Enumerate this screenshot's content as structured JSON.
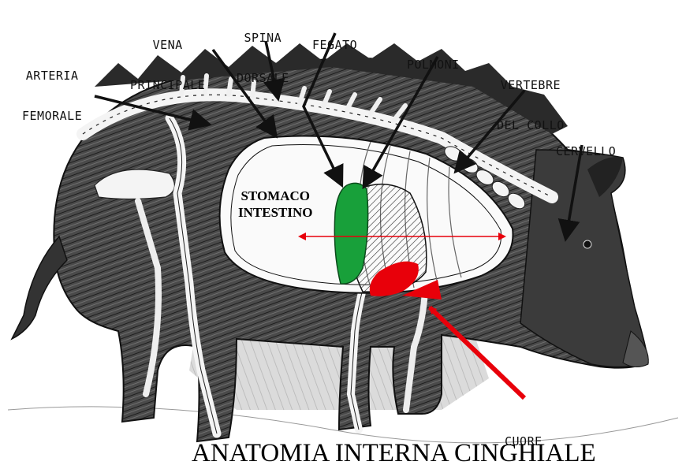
{
  "labels": {
    "arteria_femorale": [
      "ARTERIA",
      "FEMORALE"
    ],
    "vena_principale": [
      "VENA",
      "PRINCIPALE"
    ],
    "spina_dorsale": [
      "SPINA",
      "DORSALE"
    ],
    "fegato": "FEGATO",
    "polmoni": "POLMONI",
    "vertebre_del_collo": [
      "VERTEBRE",
      "DEL COLLO"
    ],
    "cervello": "CERVELLO",
    "stomaco_intestino": [
      "STOMACO",
      "INTESTINO"
    ],
    "cuore": "CUORE"
  },
  "title": "ANATOMIA INTERNA  CINGHIALE",
  "colors": {
    "liver": "#18a03a",
    "heart": "#e8000a",
    "arrow": "#e8000a",
    "ink": "#111111",
    "fur": "#3a3a3a"
  }
}
